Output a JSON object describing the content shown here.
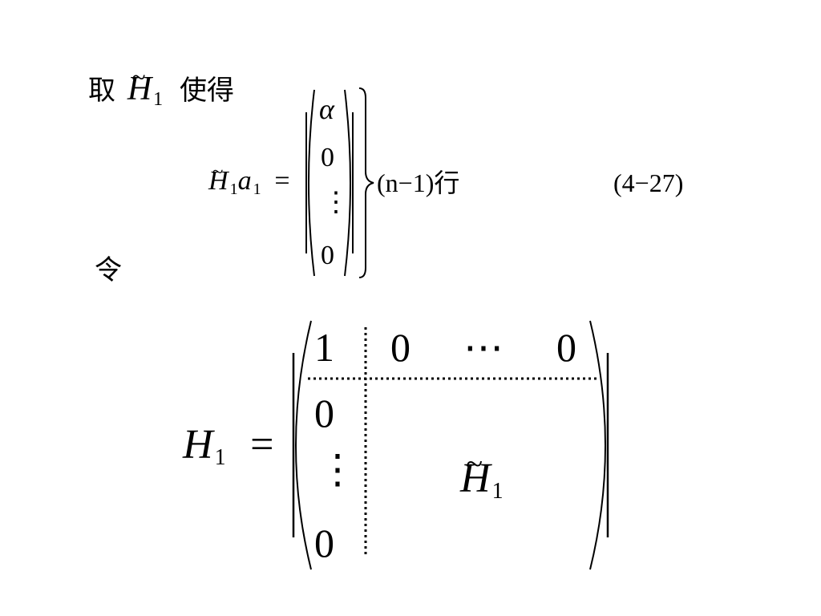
{
  "line1": {
    "prefix": "取",
    "symbol": "H",
    "tilde": "~",
    "subscript": "1",
    "suffix": "使得"
  },
  "eq1": {
    "lhs_symbol": "H",
    "lhs_tilde": "~",
    "lhs_sub": "1",
    "lhs_var": "a",
    "lhs_var_sub": "1",
    "equals": "=",
    "vector": [
      "α",
      "0",
      "⋮",
      "0"
    ],
    "brace_label": "(n−1)行",
    "number": "(4−27)"
  },
  "line2": {
    "text": "令"
  },
  "eq2": {
    "lhs_symbol": "H",
    "lhs_sub": "1",
    "equals": "=",
    "row1": [
      "1",
      "0",
      "⋯",
      "0"
    ],
    "col1": [
      "0",
      "⋮",
      "0"
    ],
    "block_symbol": "H",
    "block_tilde": "~",
    "block_sub": "1"
  }
}
